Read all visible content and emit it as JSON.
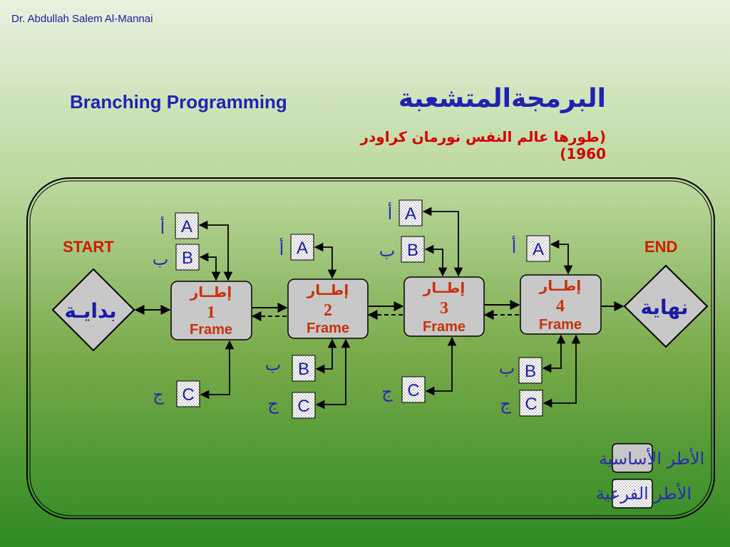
{
  "author": "Dr. Abdullah Salem Al-Mannai",
  "title_en": "Branching Programming",
  "title_ar": "البرمجةالمتشعبة",
  "subtitle": "(طورها عالم النفس نورمان كراودر 1960)",
  "start_label": "START",
  "end_label": "END",
  "start_diamond": "بدايـة",
  "end_diamond": "نهاية",
  "frames": [
    {
      "ar": "إطــار",
      "num": "1",
      "en": "Frame"
    },
    {
      "ar": "إطــار",
      "num": "2",
      "en": "Frame"
    },
    {
      "ar": "إطــار",
      "num": "3",
      "en": "Frame"
    },
    {
      "ar": "إطــار",
      "num": "4",
      "en": "Frame"
    }
  ],
  "subframes": {
    "A": "A",
    "B": "B",
    "C": "C",
    "ar_A": "أ",
    "ar_B": "ب",
    "ar_C": "ج"
  },
  "legend": {
    "main_frames": "الأطر الأساسية",
    "sub_frames": "الأطر الفرعية"
  },
  "colors": {
    "frame_fill": "#c8c8c8",
    "title": "#2222b0",
    "accent_red": "#d40000"
  }
}
